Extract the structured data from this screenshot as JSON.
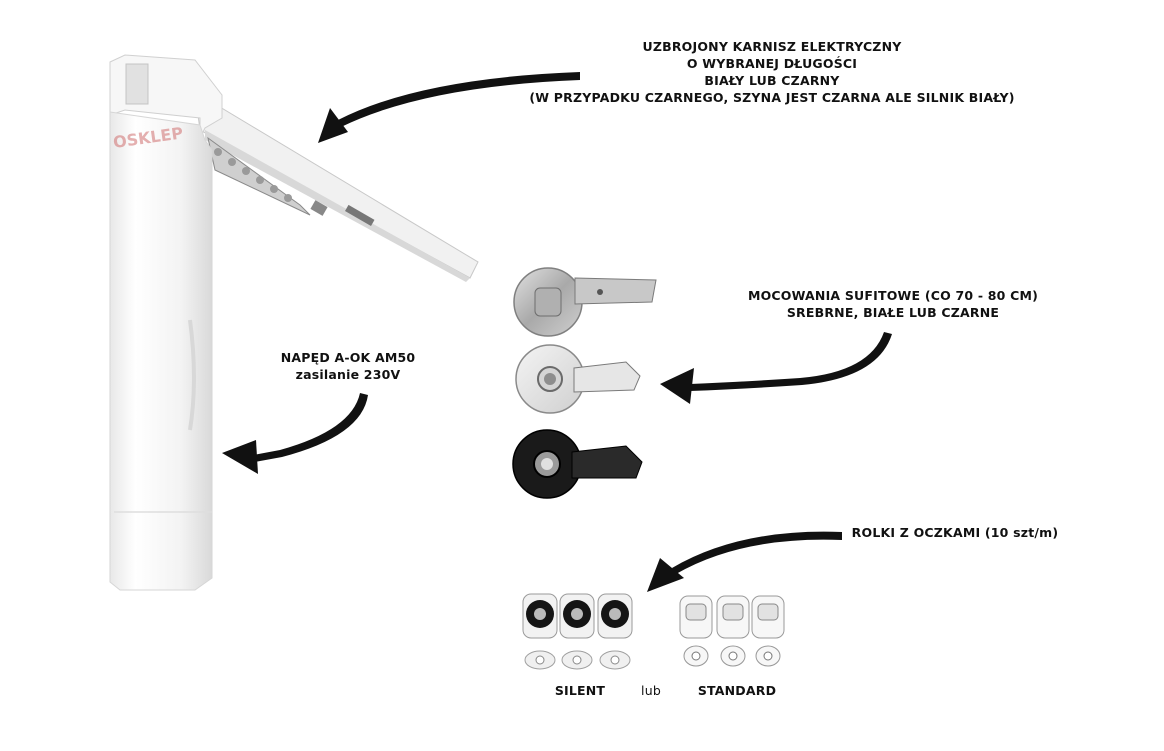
{
  "captions": {
    "rail": {
      "line1": "UZBROJONY KARNISZ ELEKTRYCZNY",
      "line2": "O WYBRANEJ DŁUGOŚCI",
      "line3": "BIAŁY LUB CZARNY",
      "line4": "(W PRZYPADKU CZARNEGO, SZYNA JEST CZARNA ALE SILNIK BIAŁY)"
    },
    "mounts": {
      "line1": "MOCOWANIA SUFITOWE (CO 70 - 80 CM)",
      "line2": "SREBRNE, BIAŁE LUB CZARNE"
    },
    "motor": {
      "line1": "NAPĘD A-OK AM50",
      "line2": "zasilanie 230V"
    },
    "rollers": {
      "line1": "ROLKI Z OCZKAMI (10 szt/m)"
    },
    "silent": "SILENT",
    "lub": "lub",
    "standard": "STANDARD"
  },
  "watermark": "OSKLEP",
  "colors": {
    "arrow": "#111111",
    "rail_white": "#f4f4f4",
    "silver": "#b9b9b9",
    "black_mount": "#1a1a1a",
    "watermark": "#d07070"
  }
}
